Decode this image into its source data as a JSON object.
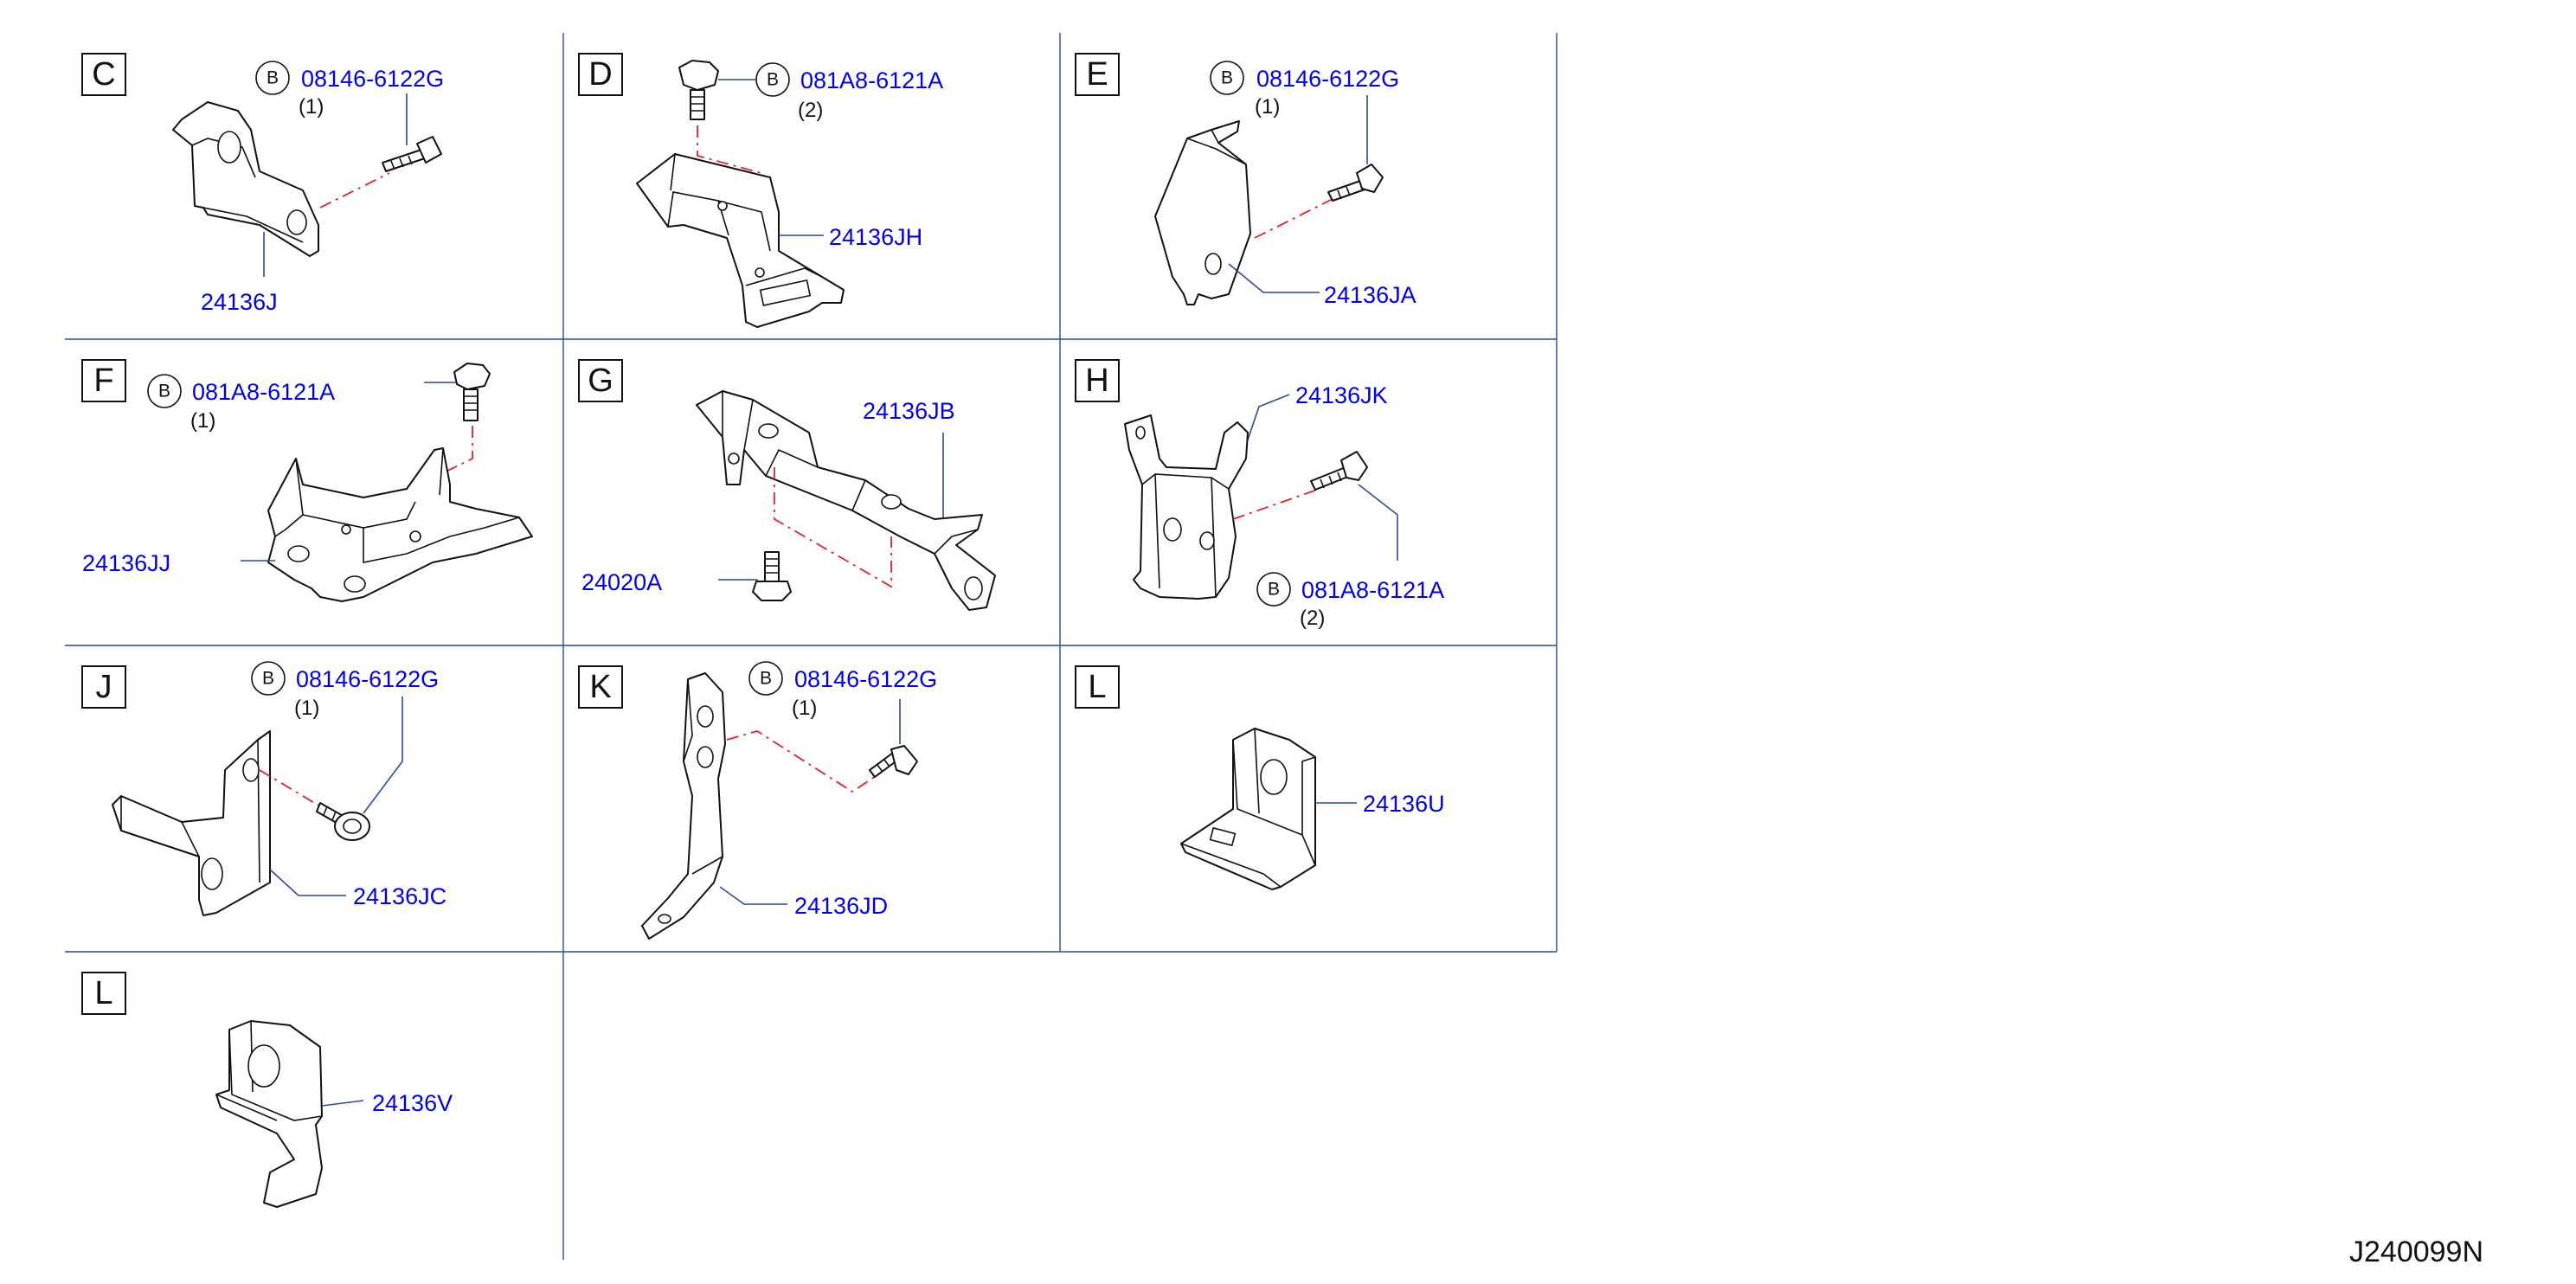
{
  "panels": [
    {
      "letter": "C",
      "bolt_part": "08146-6122G",
      "bolt_qty": "(1)",
      "bracket_part": "24136J"
    },
    {
      "letter": "D",
      "bolt_part": "081A8-6121A",
      "bolt_qty": "(2)",
      "bracket_part": "24136JH"
    },
    {
      "letter": "E",
      "bolt_part": "08146-6122G",
      "bolt_qty": "(1)",
      "bracket_part": "24136JA"
    },
    {
      "letter": "F",
      "bolt_part": "081A8-6121A",
      "bolt_qty": "(1)",
      "bracket_part": "24136JJ"
    },
    {
      "letter": "G",
      "bolt_part": "24020A",
      "bolt_qty": "",
      "bracket_part": "24136JB"
    },
    {
      "letter": "H",
      "bolt_part": "081A8-6121A",
      "bolt_qty": "(2)",
      "bracket_part": "24136JK"
    },
    {
      "letter": "J",
      "bolt_part": "08146-6122G",
      "bolt_qty": "(1)",
      "bracket_part": "24136JC"
    },
    {
      "letter": "K",
      "bolt_part": "08146-6122G",
      "bolt_qty": "(1)",
      "bracket_part": "24136JD"
    },
    {
      "letter": "L",
      "bolt_part": "",
      "bolt_qty": "",
      "bracket_part": "24136U"
    },
    {
      "letter": "L",
      "bolt_part": "",
      "bolt_qty": "",
      "bracket_part": "24136V"
    }
  ],
  "bolt_marker": "B",
  "diagram_ref": "J240099N"
}
